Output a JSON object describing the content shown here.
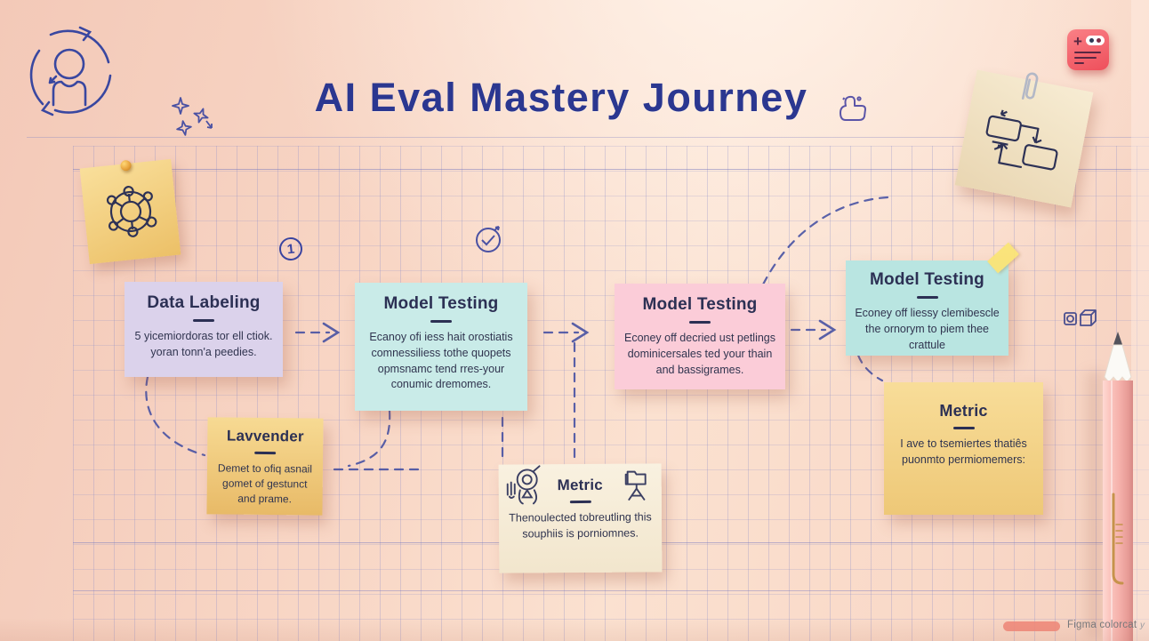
{
  "header": {
    "title": "AI Eval Mastery Journey"
  },
  "journey_notes": [
    {
      "id": "data-labeling",
      "color": "#dbd2eb",
      "title": "Data Labeling",
      "body": "5 yicemiordoras tor ell ctiok. yoran tonn'a peedies."
    },
    {
      "id": "model-testing-1",
      "color": "#c9ebe8",
      "title": "Model Testing",
      "body": "Ecanoy ofi iess hait orostiatis comnessiliess tothe quopets opmsnamc tend rres-your conumic dremomes."
    },
    {
      "id": "model-testing-2",
      "color": "#fbccd8",
      "title": "Model Testing",
      "body": "Econey off decried ust petlings dominicersales ted your thain and bassigrames."
    },
    {
      "id": "model-testing-3",
      "color": "#b9e5e1",
      "title": "Model Testing",
      "body": "Econey off liessy clemibescle the ornorym to piem thee crattule"
    },
    {
      "id": "lavvender",
      "color": "#f0cc80",
      "title": "Lavvender",
      "body": "Demet to ofiq asnail gomet of gestunct and prame."
    },
    {
      "id": "metric-center",
      "color": "#f6ecd7",
      "title": "Metric",
      "body": "Thenoulected tobreutling this souphiis is porniomnes."
    },
    {
      "id": "metric-right",
      "color": "#f4d489",
      "title": "Metric",
      "body": "I ave to tsemiertes thatiês puonmto permiomemers:"
    }
  ],
  "markers": {
    "step_one": "1"
  },
  "footer": {
    "watermark_label": "Figma colorcat",
    "watermark_suffix": "y"
  },
  "icons": [
    "user-cycle-icon",
    "sparkles-icon",
    "thumbs-up-icon",
    "notes-app-icon",
    "network-doodle-icon",
    "flowchart-doodle-icon",
    "paperclip-icon",
    "pushpin-icon",
    "target-check-icon",
    "cubes-icon",
    "robot-doodle-icon",
    "folder-tripod-icon",
    "pencil-graphic"
  ],
  "colors": {
    "background": "#f8d8c7",
    "grid_line": "#8a8cc8",
    "ink_navy": "#2b3790",
    "note_text": "#2c3054",
    "card_red": "#ee4f5b",
    "pencil_pink": "#f5b1ab",
    "watermark_pill": "#ef8a7b",
    "gold_note": "#f0cc80"
  }
}
